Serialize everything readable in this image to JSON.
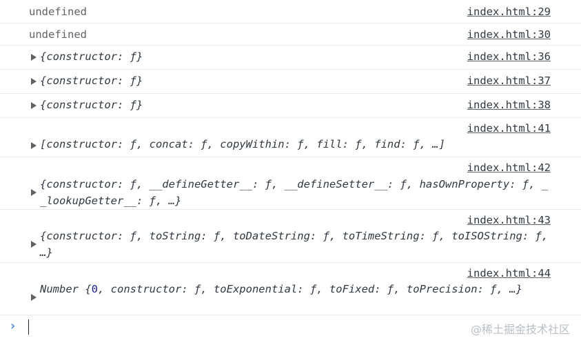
{
  "rows": [
    {
      "source": "index.html:29",
      "text": "undefined"
    },
    {
      "source": "index.html:30",
      "text": "undefined"
    },
    {
      "source": "index.html:36",
      "text": "{constructor: ƒ}"
    },
    {
      "source": "index.html:37",
      "text": "{constructor: ƒ}"
    },
    {
      "source": "index.html:38",
      "text": "{constructor: ƒ}"
    },
    {
      "source": "index.html:41",
      "text": "[constructor: ƒ, concat: ƒ, copyWithin: ƒ, fill: ƒ, find: ƒ, …]"
    },
    {
      "source": "index.html:42",
      "text": "{constructor: ƒ, __defineGetter__: ƒ, __defineSetter__: ƒ, hasOwnProperty: ƒ, __lookupGetter__: ƒ, …}"
    },
    {
      "source": "index.html:43",
      "text": "{constructor: ƒ, toString: ƒ, toDateString: ƒ, toTimeString: ƒ, toISOString: ƒ, …}"
    },
    {
      "source": "index.html:44",
      "prefix": "Number {",
      "num": "0",
      "text": ", constructor: ƒ, toExponential: ƒ, toFixed: ƒ, toPrecision: ƒ, …}"
    }
  ],
  "prompt": {
    "symbol": "›"
  },
  "watermark": "@稀土掘金技术社区"
}
